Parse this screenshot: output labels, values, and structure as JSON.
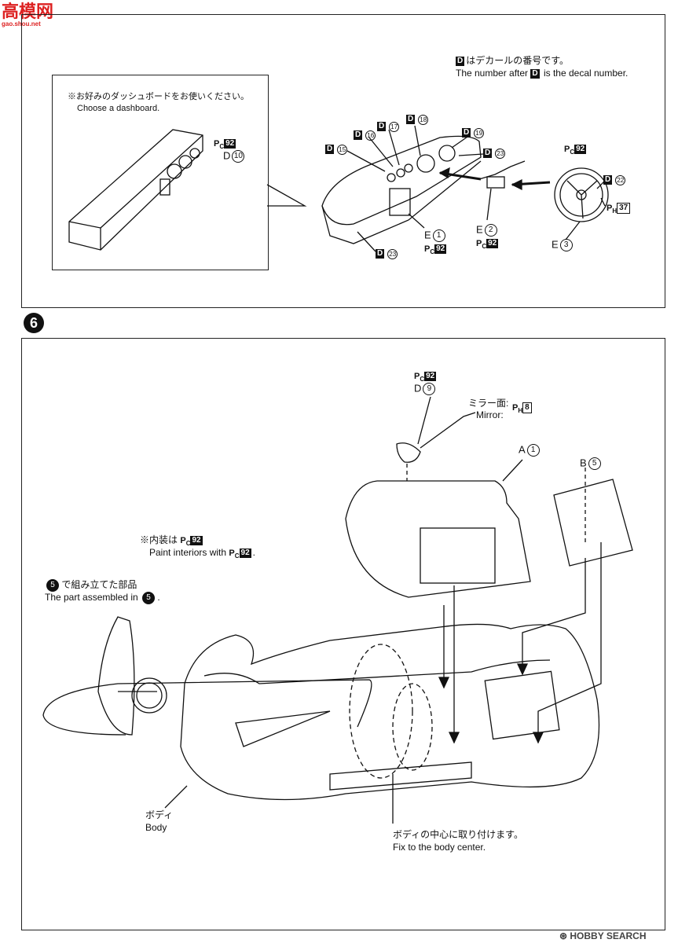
{
  "watermark": {
    "top": "高模网",
    "sub": "gao.shou.net",
    "bottom": "HOBBY SEARCH"
  },
  "step": "6",
  "decal_note": {
    "ja": "はデカールの番号です。",
    "en_pre": "The number after",
    "en_post": "is the decal number.",
    "key": "D"
  },
  "dash_note": {
    "ja": "※お好みのダッシュボードをお使いください。",
    "en": "Choose a dashboard.",
    "paint": "92",
    "decal": "10"
  },
  "callouts": {
    "d15": "15",
    "d16": "16",
    "d17": "17",
    "d18": "18",
    "d19": "19",
    "d23a": "23",
    "d23b": "23",
    "d22": "22",
    "ph37": "37",
    "pc92a": "92",
    "pc92b": "92",
    "pc92c": "92",
    "e1": "E",
    "e1n": "1",
    "e2": "E",
    "e2n": "2",
    "e3": "E",
    "e3n": "3"
  },
  "mirror": {
    "pc": "92",
    "decal": "9",
    "ja": "ミラー面",
    "en": "Mirror",
    "ph": "8"
  },
  "parts": {
    "a": "A",
    "an": "1",
    "b": "B",
    "bn": "5"
  },
  "interior": {
    "ja": "※内装は",
    "en_pre": "Paint interiors with",
    "color": "92"
  },
  "assembled": {
    "num": "5",
    "ja": "で組み立てた部品",
    "en": "The part assembled in",
    "num2": "5"
  },
  "body": {
    "ja": "ボディ",
    "en": "Body"
  },
  "center": {
    "ja": "ボディの中心に取り付けます。",
    "en": "Fix to the body center."
  }
}
